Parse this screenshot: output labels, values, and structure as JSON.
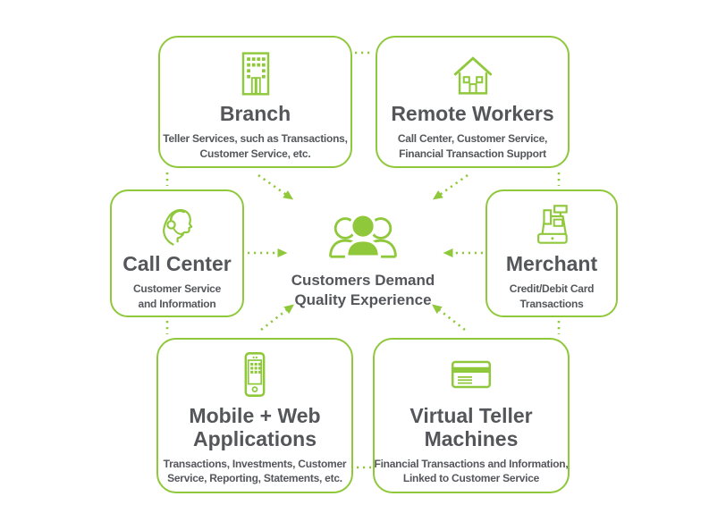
{
  "palette": {
    "green": "#90C83C",
    "title_color": "#54565A",
    "body_color": "#55575B",
    "background": "#FFFFFF"
  },
  "center": {
    "icon": "customers-group-icon",
    "title_lines": [
      "Customers Demand",
      "Quality Experience"
    ]
  },
  "nodes": [
    {
      "id": "branch",
      "icon": "building-icon",
      "title": "Branch",
      "description_lines": [
        "Teller Services, such as Transactions,",
        "Customer Service, etc."
      ]
    },
    {
      "id": "remote-workers",
      "icon": "house-icon",
      "title": "Remote Workers",
      "description_lines": [
        "Call Center, Customer Service,",
        "Financial Transaction Support"
      ]
    },
    {
      "id": "call-center",
      "icon": "headset-agent-icon",
      "title": "Call Center",
      "description_lines": [
        "Customer Service",
        "and Information"
      ]
    },
    {
      "id": "merchant",
      "icon": "cash-register-icon",
      "title": "Merchant",
      "description_lines": [
        "Credit/Debit Card",
        "Transactions"
      ]
    },
    {
      "id": "mobile-web-applications",
      "icon": "smartphone-icon",
      "title": "Mobile + Web Applications",
      "description_lines": [
        "Transactions, Investments, Customer",
        "Service, Reporting, Statements, etc."
      ]
    },
    {
      "id": "virtual-teller-machines",
      "icon": "credit-card-icon",
      "title": "Virtual Teller Machines",
      "description_lines": [
        "Financial Transactions and Information,",
        "Linked to Customer Service"
      ]
    }
  ]
}
